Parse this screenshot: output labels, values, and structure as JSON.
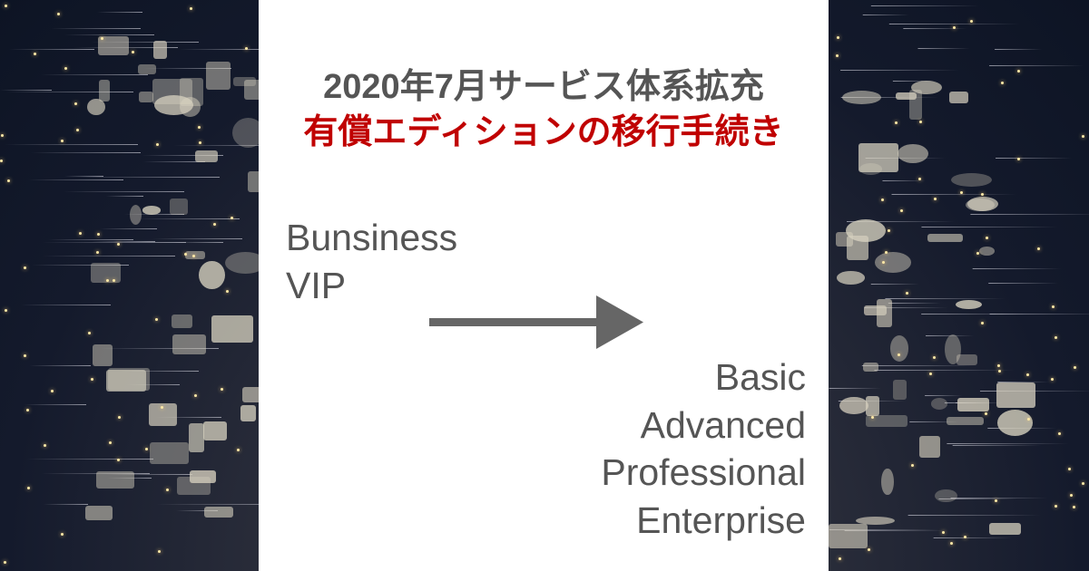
{
  "title_line1": "2020年7月サービス体系拡充",
  "title_line2": "有償エディションの移行手続き",
  "from_editions": [
    "Bunsiness",
    "VIP"
  ],
  "to_editions": [
    "Basic",
    "Advanced",
    "Professional",
    "Enterprise"
  ],
  "colors": {
    "title": "#555555",
    "subtitle": "#c00000",
    "arrow": "#666666",
    "panel": "#ffffff",
    "background": "#141a2c"
  },
  "icons": {
    "arrow": "arrow-right-icon"
  }
}
